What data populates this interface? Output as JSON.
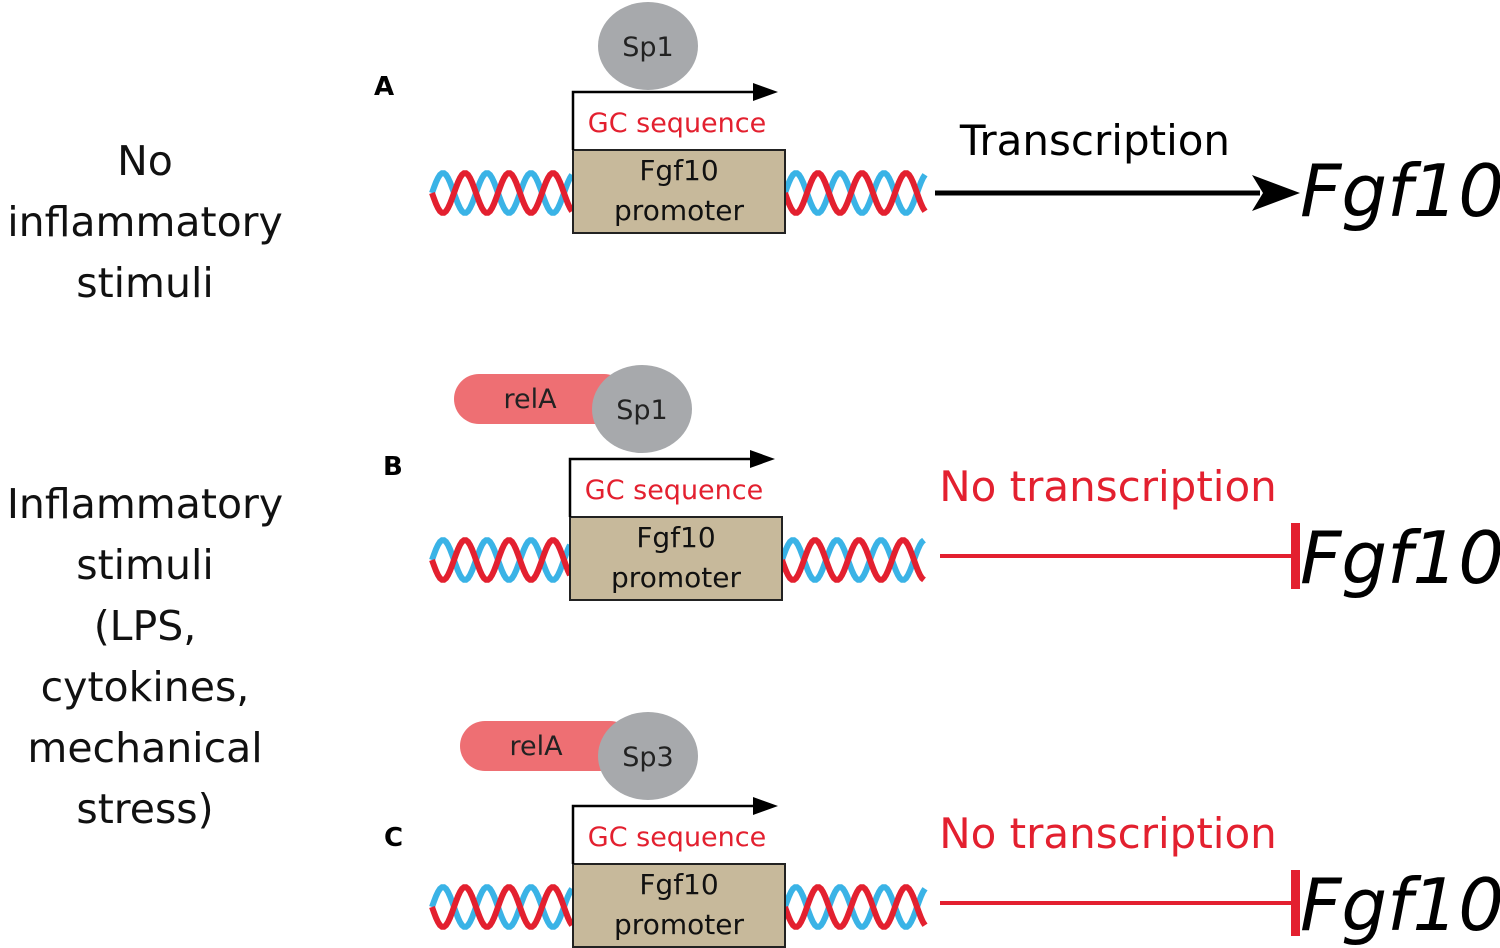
{
  "conditions": {
    "no_inflammation": [
      "No",
      "inflammatory",
      "stimuli"
    ],
    "inflammation": [
      "Inflammatory",
      "stimuli",
      "(LPS,",
      "cytokines,",
      "mechanical",
      "stress)"
    ]
  },
  "panels": [
    {
      "letter": "A",
      "repressor": "",
      "factor": "Sp1",
      "element": "GC sequence",
      "promoter": [
        "Fgf10",
        "promoter"
      ],
      "outcome": "Transcription",
      "outcome_type": "activation",
      "gene": "Fgf10"
    },
    {
      "letter": "B",
      "repressor": "relA",
      "factor": "Sp1",
      "element": "GC sequence",
      "promoter": [
        "Fgf10",
        "promoter"
      ],
      "outcome": "No transcription",
      "outcome_type": "inhibition",
      "gene": "Fgf10"
    },
    {
      "letter": "C",
      "repressor": "relA",
      "factor": "Sp3",
      "element": "GC sequence",
      "promoter": [
        "Fgf10",
        "promoter"
      ],
      "outcome": "No transcription",
      "outcome_type": "inhibition",
      "gene": "Fgf10"
    }
  ],
  "colors": {
    "dna_red": "#e3202f",
    "dna_blue": "#3ab3e6",
    "promoter_fill": "#c7b99b",
    "factor_fill": "#a7a9ac",
    "repressor_fill": "#ee6f73",
    "inhibition": "#e3202f",
    "activation": "#000000"
  }
}
